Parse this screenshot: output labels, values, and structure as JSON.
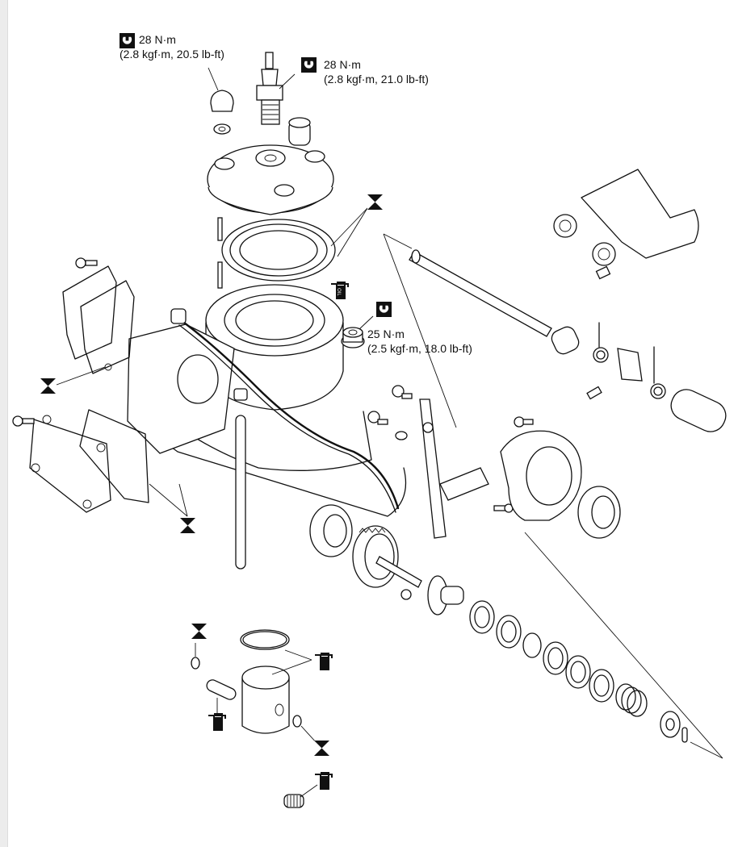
{
  "diagram": {
    "title": "Cylinder head, cylinder, piston and power valve — exploded view",
    "legend_symbols": {
      "torque": "torque-wrench-icon",
      "replace": "replace-part-icon",
      "lubricate": "oil-can-icon"
    },
    "oil_can_text": "OIL",
    "torque_specs": [
      {
        "id": "head-cap-nut",
        "line1": "28 N·m",
        "line2": "(2.8 kgf·m, 20.5 lb-ft)"
      },
      {
        "id": "spark-plug",
        "line1": "28 N·m",
        "line2": "(2.8 kgf·m, 21.0 lb-ft)"
      },
      {
        "id": "cylinder-nut",
        "line1": "25 N·m",
        "line2": "(2.5 kgf·m, 18.0 lb-ft)"
      }
    ],
    "replace_markers": [
      "head-gaskets",
      "exhaust-cover-gasket",
      "cylinder-base-gasket",
      "piston-pin-clip-left",
      "piston-pin-clip-right"
    ],
    "lubricate_markers": [
      "cylinder-bore",
      "piston-rings",
      "piston-pin",
      "small-end-bearing"
    ]
  }
}
